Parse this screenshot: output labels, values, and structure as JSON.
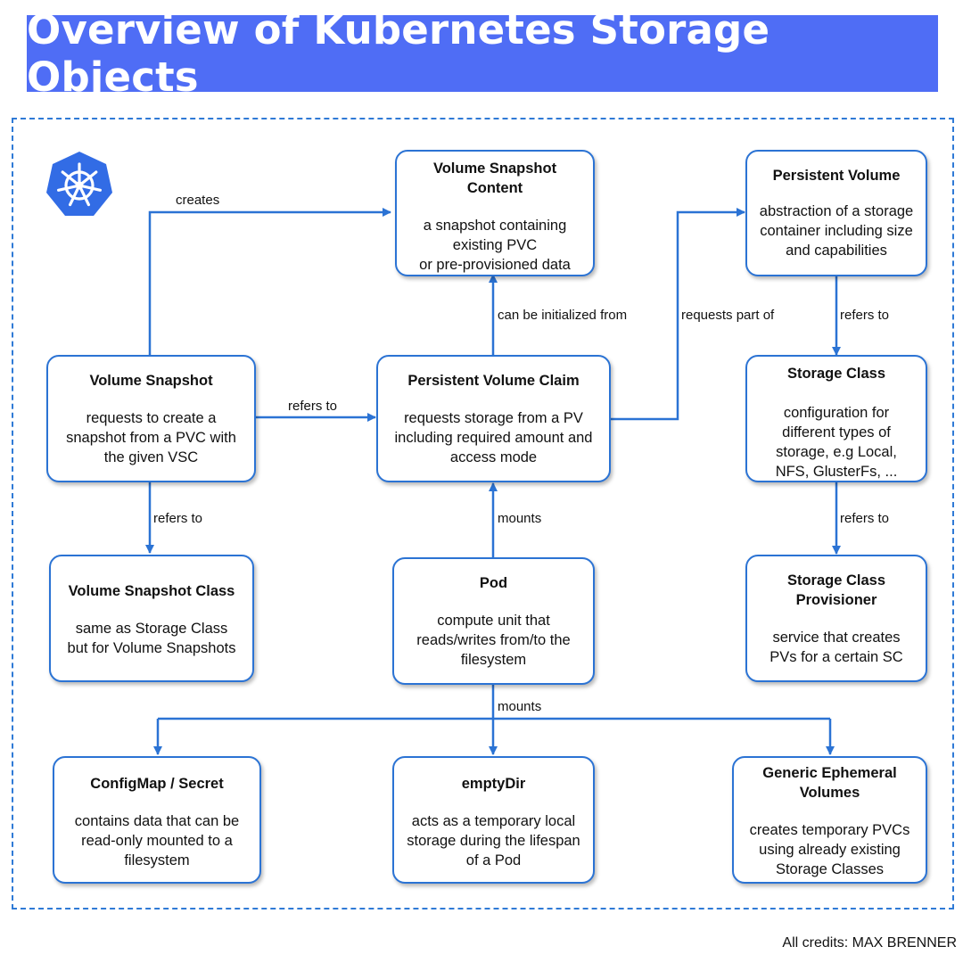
{
  "title": "Overview of Kubernetes Storage Objects",
  "logo": {
    "icon": "kubernetes-helm-wheel-icon",
    "color": "#326ce5"
  },
  "colors": {
    "banner": "#4f6df5",
    "lines": "#2b73d4"
  },
  "nodes": {
    "vsc": {
      "title": "Volume Snapshot\nContent",
      "desc": "a snapshot containing\nexisting PVC\nor pre-provisioned data"
    },
    "pv": {
      "title": "Persistent Volume",
      "desc": "abstraction of a storage\ncontainer including size\nand capabilities"
    },
    "vs": {
      "title": "Volume Snapshot",
      "desc": "requests to create a\nsnapshot from a PVC with\nthe given VSC"
    },
    "pvc": {
      "title": "Persistent Volume Claim",
      "desc": "requests storage from a PV\nincluding required amount and\naccess mode"
    },
    "sc": {
      "title": "Storage Class",
      "desc": "configuration for\ndifferent types of\nstorage, e.g Local,\nNFS, GlusterFs, ..."
    },
    "vsclass": {
      "title": "Volume Snapshot Class",
      "desc": "same as Storage Class\nbut for Volume Snapshots"
    },
    "pod": {
      "title": "Pod",
      "desc": "compute unit that\nreads/writes from/to the\nfilesystem"
    },
    "scp": {
      "title": "Storage Class\nProvisioner",
      "desc": "service that creates\nPVs for a certain SC"
    },
    "cm": {
      "title": "ConfigMap / Secret",
      "desc": "contains data that can be\nread-only mounted to a\nfilesystem"
    },
    "ed": {
      "title": "emptyDir",
      "desc": "acts as a temporary local\nstorage during the lifespan\nof a Pod"
    },
    "gev": {
      "title": "Generic Ephemeral\nVolumes",
      "desc": "creates temporary PVCs\nusing already existing\nStorage Classes"
    }
  },
  "edges": {
    "creates": "creates",
    "can_be_initialized_from": "can be initialized from",
    "requests_part_of": "requests part of",
    "pv_refers_to": "refers to",
    "vs_refers_to_pvc": "refers to",
    "vs_refers_to_class": "refers to",
    "pod_mounts_pvc": "mounts",
    "sc_refers_to": "refers to",
    "pod_mounts_volumes": "mounts"
  },
  "credits": "All credits: MAX BRENNER"
}
